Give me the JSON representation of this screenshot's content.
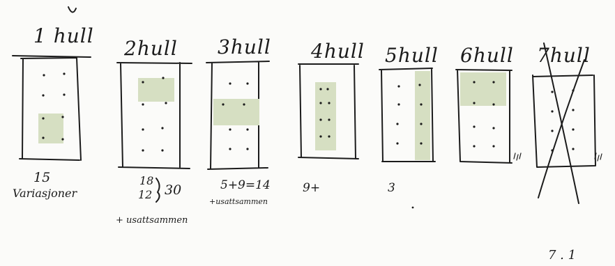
{
  "columns": [
    {
      "label": "1 hull",
      "count": "15",
      "note": "Variasjoner"
    },
    {
      "label": "2hull",
      "count_a": "18",
      "count_b": "12",
      "sum": "30",
      "note": "+ usattsammen"
    },
    {
      "label": "3hull",
      "count": "5+9=14",
      "note": "+usattsammen"
    },
    {
      "label": "4hull",
      "count": "9+"
    },
    {
      "label": "5hull",
      "count": "3"
    },
    {
      "label": "6hull"
    },
    {
      "label": "7hull"
    }
  ],
  "footer_mark": "7 . 1",
  "highlight_color": "#d6dfc2"
}
